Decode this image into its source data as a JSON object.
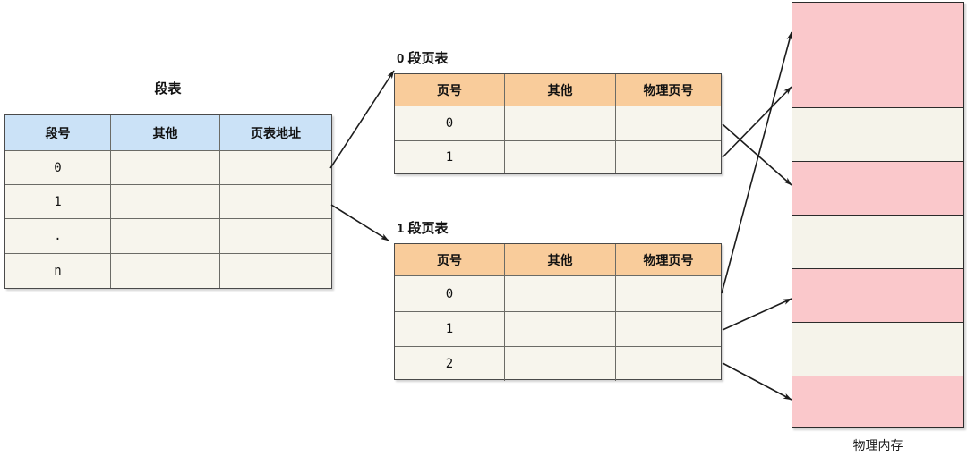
{
  "diagram": {
    "segment_table": {
      "title": "段表",
      "header_color": "#cbe2f7",
      "columns": [
        "段号",
        "其他",
        "页表地址"
      ],
      "rows": [
        {
          "id": "0",
          "other": "",
          "addr": ""
        },
        {
          "id": "1",
          "other": "",
          "addr": ""
        },
        {
          "id": ".",
          "other": "",
          "addr": ""
        },
        {
          "id": "n",
          "other": "",
          "addr": ""
        }
      ]
    },
    "page_tables": [
      {
        "title": "0 段页表",
        "header_color": "#f9cc9b",
        "columns": [
          "页号",
          "其他",
          "物理页号"
        ],
        "rows": [
          {
            "page": "0",
            "other": "",
            "frame": ""
          },
          {
            "page": "1",
            "other": "",
            "frame": ""
          }
        ]
      },
      {
        "title": "1 段页表",
        "header_color": "#f9cc9b",
        "columns": [
          "页号",
          "其他",
          "物理页号"
        ],
        "rows": [
          {
            "page": "0",
            "other": "",
            "frame": ""
          },
          {
            "page": "1",
            "other": "",
            "frame": ""
          },
          {
            "page": "2",
            "other": "",
            "frame": ""
          }
        ]
      }
    ],
    "physical_memory": {
      "label": "物理内存",
      "used_color": "#fac8cb",
      "free_color": "#f5f3ea",
      "frames": [
        {
          "index": 1,
          "state": "used"
        },
        {
          "index": 2,
          "state": "used"
        },
        {
          "index": 3,
          "state": "free"
        },
        {
          "index": 4,
          "state": "used"
        },
        {
          "index": 5,
          "state": "free"
        },
        {
          "index": 6,
          "state": "used"
        },
        {
          "index": 7,
          "state": "free"
        },
        {
          "index": 8,
          "state": "used"
        }
      ]
    },
    "connections": [
      {
        "name": "seg-row0-to-pagetable0",
        "from": "segment-table row 0",
        "to": "0 段页表"
      },
      {
        "name": "seg-row1-to-pagetable1",
        "from": "segment-table row 1",
        "to": "1 段页表"
      },
      {
        "name": "pt0-row0-to-frame4",
        "from": "0 段页表 page 0",
        "to": "frame 4"
      },
      {
        "name": "pt0-row1-to-frame2",
        "from": "0 段页表 page 1",
        "to": "frame 2"
      },
      {
        "name": "pt1-row0-to-frame1",
        "from": "1 段页表 page 0",
        "to": "frame 1"
      },
      {
        "name": "pt1-row1-to-frame6",
        "from": "1 段页表 page 1",
        "to": "frame 6"
      },
      {
        "name": "pt1-row2-to-frame8",
        "from": "1 段页表 page 2",
        "to": "frame 8"
      }
    ]
  }
}
